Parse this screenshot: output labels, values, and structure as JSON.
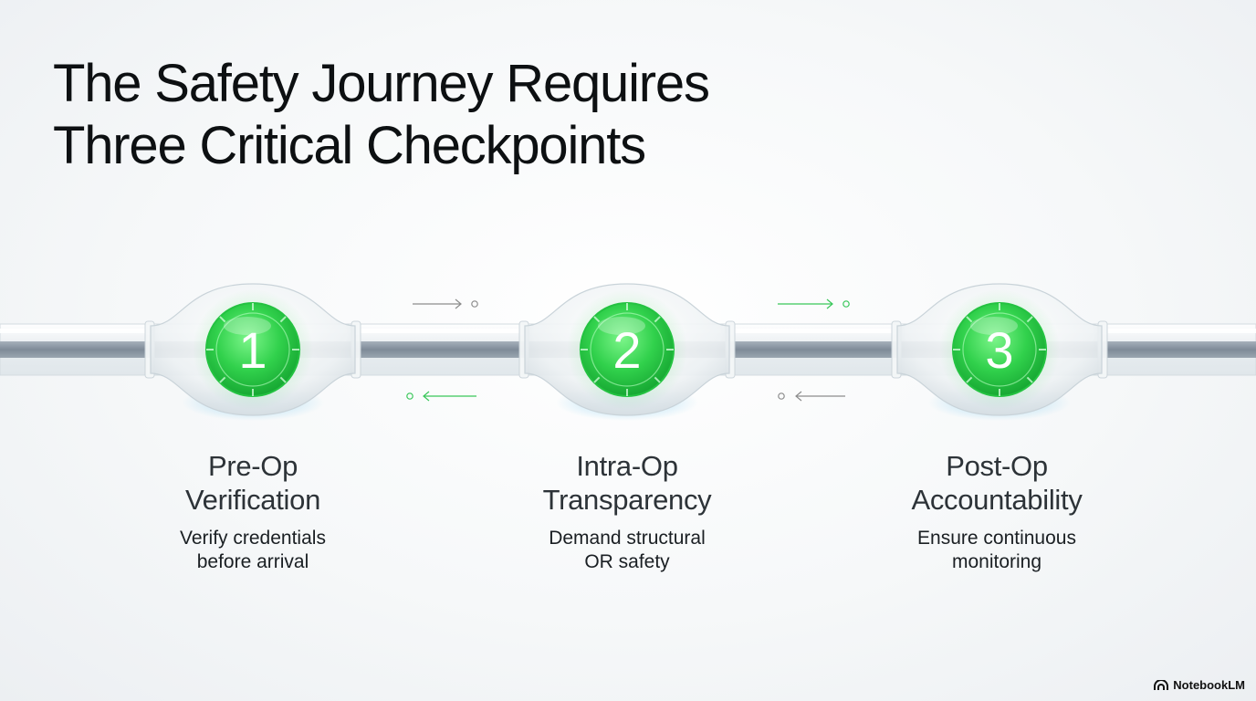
{
  "title": {
    "line1": "The Safety Journey Requires",
    "line2": "Three Critical Checkpoints"
  },
  "steps": [
    {
      "number": "1",
      "title_line1": "Pre-Op",
      "title_line2": "Verification",
      "desc_line1": "Verify credentials",
      "desc_line2": "before arrival"
    },
    {
      "number": "2",
      "title_line1": "Intra-Op",
      "title_line2": "Transparency",
      "desc_line1": "Demand structural",
      "desc_line2": "OR safety"
    },
    {
      "number": "3",
      "title_line1": "Post-Op",
      "title_line2": "Accountability",
      "desc_line1": "Ensure continuous",
      "desc_line2": "monitoring"
    }
  ],
  "flow_arrows": [
    {
      "direction": "forward",
      "color": "gray"
    },
    {
      "direction": "backward",
      "color": "green"
    },
    {
      "direction": "forward",
      "color": "green"
    },
    {
      "direction": "backward",
      "color": "gray"
    }
  ],
  "brand": {
    "name": "NotebookLM",
    "icon": "notebooklm-logo-icon"
  },
  "colors": {
    "accent_green": "#2fd34d",
    "pipe_core": "#8a96a3",
    "arrow_gray": "#8c8c8c",
    "glow_blue": "#9fd8f2"
  }
}
